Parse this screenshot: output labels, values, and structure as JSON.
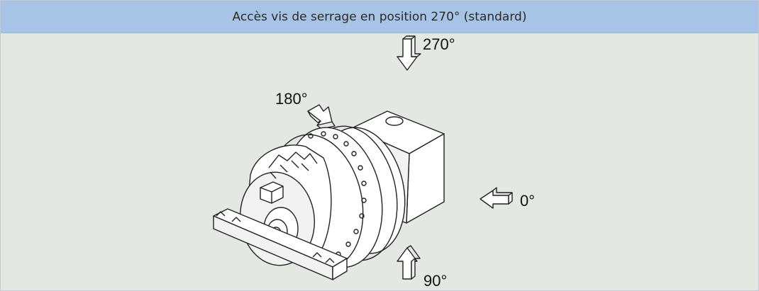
{
  "header": {
    "title": "Accès vis de serrage en position 270° (standard)"
  },
  "positions": {
    "p270": "270°",
    "p180": "180°",
    "p0": "0°",
    "p90": "90°"
  },
  "icons": {
    "arrow": "outline-3d-arrow-icon",
    "assembly": "gear-reducer-with-motor-adapter"
  },
  "colors": {
    "header_bg": "#a7c4e6",
    "canvas_bg": "#e4e8e2",
    "line": "#222222"
  }
}
